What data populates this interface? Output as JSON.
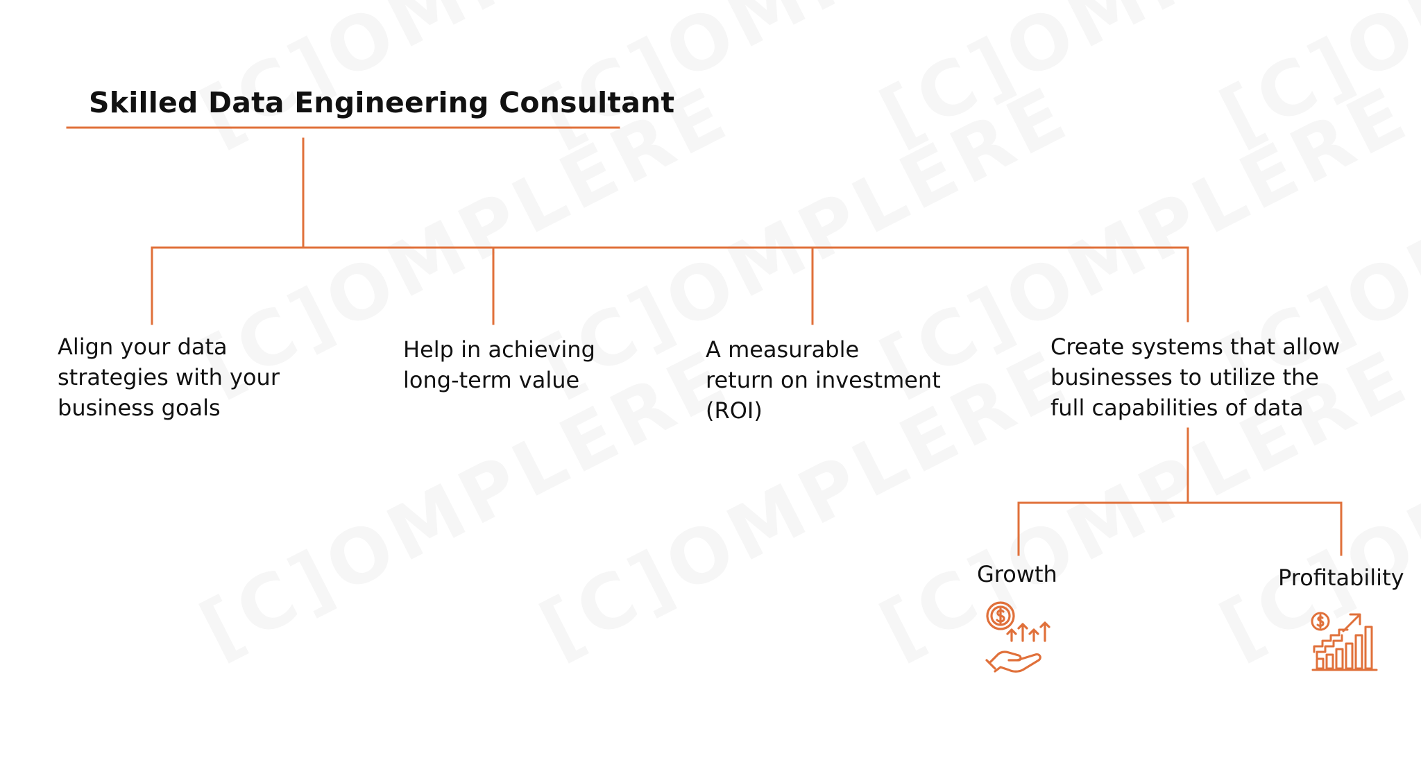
{
  "diagram": {
    "title": "Skilled Data Engineering Consultant",
    "nodes": [
      {
        "text": "Align your data\nstrategies with your\nbusiness goals"
      },
      {
        "text": "Help in achieving\nlong-term value"
      },
      {
        "text": "A measurable\nreturn on investment\n(ROI)"
      },
      {
        "text": "Create systems that allow\nbusinesses to utilize the\nfull capabilities of data"
      }
    ],
    "sub_nodes": [
      {
        "label": "Growth",
        "icon": "growth-money-hand-icon"
      },
      {
        "label": "Profitability",
        "icon": "profitability-chart-icon"
      }
    ]
  },
  "watermark": {
    "text": "[C]OMPLERE"
  },
  "colors": {
    "accent": "#E0703A",
    "text": "#111111",
    "background": "#FFFFFF"
  }
}
